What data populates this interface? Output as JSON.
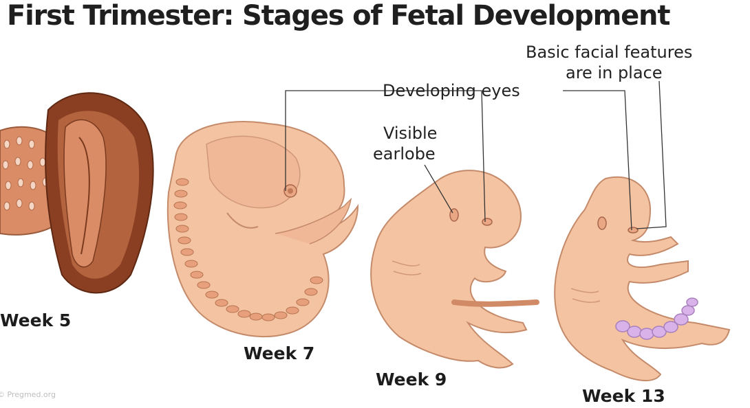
{
  "title": "First Trimester: Stages of Fetal Development",
  "annotations": {
    "basic_facial_line1": "Basic facial features",
    "basic_facial_line2": "are in place",
    "developing_eyes": "Developing eyes",
    "visible_earlobe_line1": "Visible",
    "visible_earlobe_line2": "earlobe"
  },
  "stages": [
    {
      "label": "Week 5"
    },
    {
      "label": "Week 7"
    },
    {
      "label": "Week 9"
    },
    {
      "label": "Week 13"
    }
  ],
  "watermark": "© Pregmed.org",
  "colors": {
    "skin": "#f3c3a2",
    "skin_shadow": "#d99c7a",
    "outline": "#9a5a3c",
    "sac_dark": "#8a3f22",
    "cord": "#c9a0d8",
    "leader_line": "#333333"
  }
}
